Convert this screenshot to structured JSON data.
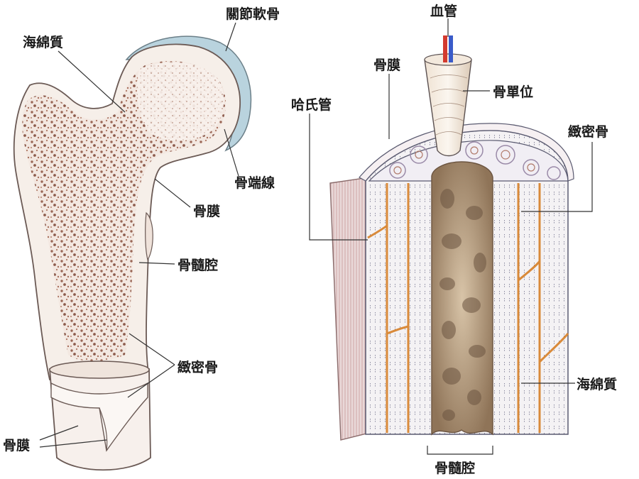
{
  "left_diagram": {
    "labels": {
      "articular_cartilage": "關節軟骨",
      "spongy_bone": "海綿質",
      "epiphyseal_line": "骨端線",
      "periosteum": "骨膜",
      "medullary_cavity": "骨髓腔",
      "compact_bone": "緻密骨",
      "periosteum_bottom": "骨膜"
    }
  },
  "right_diagram": {
    "labels": {
      "blood_vessel": "血管",
      "periosteum": "骨膜",
      "haversian_canal": "哈氏管",
      "osteon": "骨單位",
      "compact_bone": "緻密骨",
      "spongy_bone": "海綿質",
      "medullary_cavity": "骨髓腔"
    }
  },
  "colors": {
    "bone_fill": "#f6efe9",
    "bone_outline": "#6b5a55",
    "trabecular": "#8a4f3c",
    "cartilage": "#b9d3de",
    "vessel_red": "#d33a2f",
    "vessel_blue": "#3a5bc9",
    "canal_orange": "#d98a3a",
    "cavity": "#b59a7d"
  }
}
